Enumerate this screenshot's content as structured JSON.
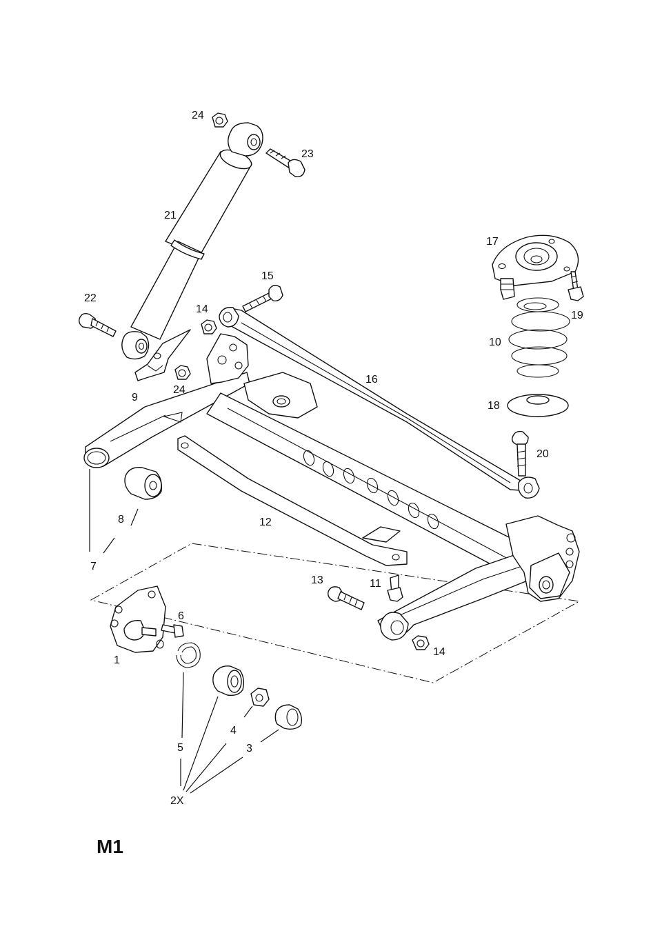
{
  "sheet_code": "M1",
  "labels": {
    "p1": "1",
    "p2x": "2X",
    "p3": "3",
    "p4": "4",
    "p5": "5",
    "p6": "6",
    "p7": "7",
    "p8": "8",
    "p9": "9",
    "p10": "10",
    "p11": "11",
    "p12": "12",
    "p13": "13",
    "p14_top": "14",
    "p14_bottom": "14",
    "p15": "15",
    "p16": "16",
    "p17": "17",
    "p18": "18",
    "p19": "19",
    "p20": "20",
    "p21": "21",
    "p22": "22",
    "p23": "23",
    "p24_top": "24",
    "p24_mid": "24"
  },
  "colors": {
    "line": "#111111",
    "background": "#ffffff"
  }
}
